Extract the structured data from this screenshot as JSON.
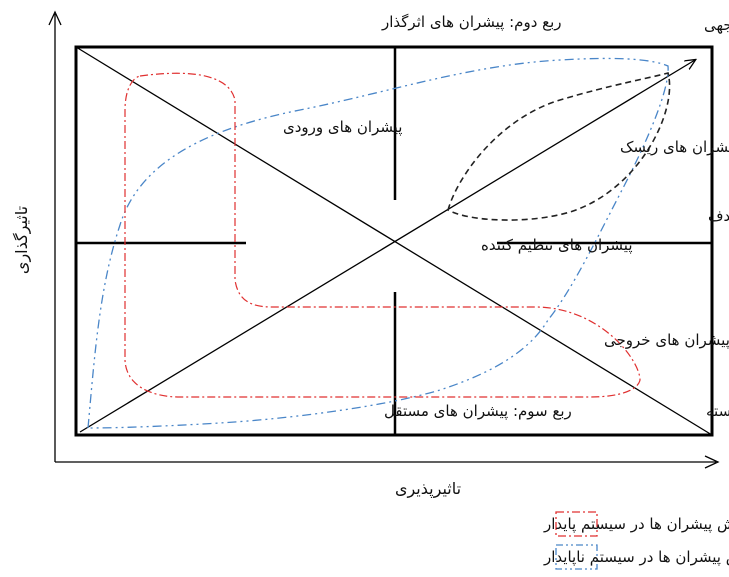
{
  "diagram": {
    "quadrants": {
      "q1": "ربع اول: پیشران های دووجهی",
      "q2": "ربع دوم: پیشران های اثرگذار",
      "q3": "ربع سوم: پیشران های مستقل",
      "q4": "ربع چهارم: پیشران های وابسته"
    },
    "drivers": {
      "input": "پیشران های ورودی",
      "risk": "پیشران های ریسک",
      "target": "پیشران های هدف",
      "regulating": "پیشران های تنظیم کننده",
      "output": "پیشران های خروجی"
    },
    "axes": {
      "y_label": "تاثیرگذاری",
      "x_label": "تاثیرپذیری"
    },
    "legend": {
      "stable": "محدوده پراکنش پیشران ها در سیستم پایدار",
      "unstable": "محدوده پراکنش پیشران ها در سیستم ناپایدار"
    },
    "colors": {
      "stable_boundary": "#e03030",
      "unstable_boundary": "#4a86c8",
      "risk_boundary": "#222222",
      "frame": "#000000"
    }
  }
}
